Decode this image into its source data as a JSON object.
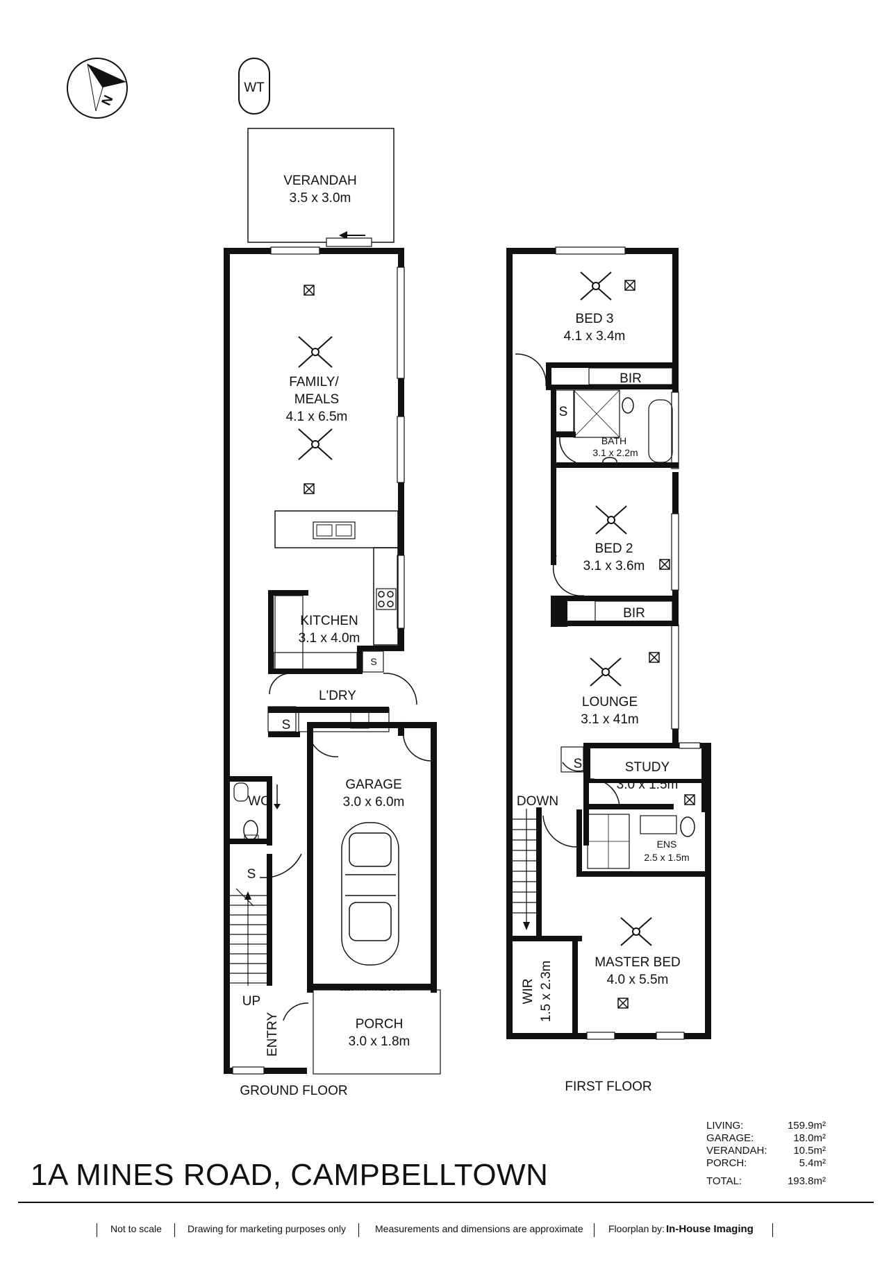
{
  "north_marker": "N",
  "water_tank": "WT",
  "rooms": {
    "verandah": {
      "name": "VERANDAH",
      "dims": "3.5 x 3.0m"
    },
    "family": {
      "name1": "FAMILY/",
      "name2": "MEALS",
      "dims": "4.1 x 6.5m"
    },
    "kitchen": {
      "name": "KITCHEN",
      "dims": "3.1 x 4.0m"
    },
    "laundry": {
      "name": "L'DRY"
    },
    "garage": {
      "name": "GARAGE",
      "dims": "3.0 x 6.0m"
    },
    "wc": {
      "name": "WC"
    },
    "porch": {
      "name": "PORCH",
      "dims": "3.0 x 1.8m"
    },
    "bed3": {
      "name": "BED 3",
      "dims": "4.1 x 3.4m"
    },
    "bath": {
      "name": "BATH",
      "dims": "3.1 x 2.2m"
    },
    "bed2": {
      "name": "BED 2",
      "dims": "3.1 x 3.6m"
    },
    "lounge": {
      "name": "LOUNGE",
      "dims": "3.1 x 41m"
    },
    "study": {
      "name": "STUDY",
      "dims": "3.0 x 1.5m"
    },
    "ens": {
      "name": "ENS",
      "dims": "2.5 x 1.5m"
    },
    "master": {
      "name": "MASTER BED",
      "dims": "4.0 x 5.5m"
    },
    "wir": {
      "name": "WIR",
      "dims": "1.5 x 2.3m"
    }
  },
  "labels": {
    "bir": "BIR",
    "storage": "S",
    "up": "UP",
    "down": "DOWN",
    "entry": "ENTRY",
    "electric_door": "ELECTRIC PANEL DOOR",
    "ground_floor": "GROUND FLOOR",
    "first_floor": "FIRST FLOOR"
  },
  "address": "1A MINES ROAD, CAMPBELLTOWN",
  "areas": [
    {
      "label": "LIVING:",
      "value": "159.9m²"
    },
    {
      "label": "GARAGE:",
      "value": "18.0m²"
    },
    {
      "label": "VERANDAH:",
      "value": "10.5m²"
    },
    {
      "label": "PORCH:",
      "value": "5.4m²"
    }
  ],
  "total": {
    "label": "TOTAL:",
    "value": "193.8m²"
  },
  "footer": {
    "note1": "Not to scale",
    "note2": "Drawing for marketing purposes only",
    "note3": "Measurements and dimensions are approximate",
    "credit_prefix": "Floorplan by:",
    "credit_name": "In-House Imaging"
  }
}
